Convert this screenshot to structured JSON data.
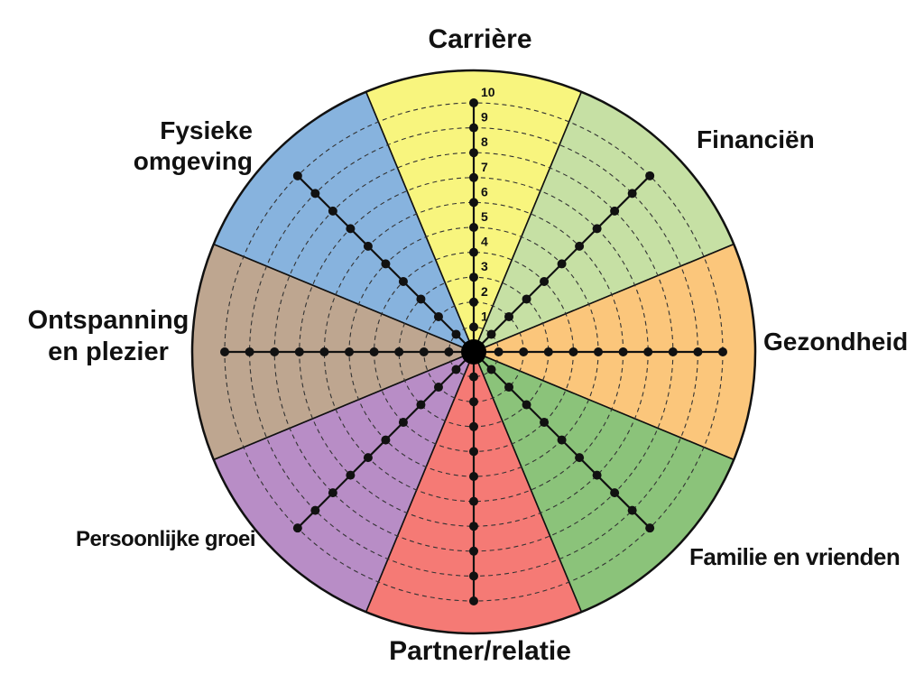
{
  "scale_max": 10,
  "scale_labels": [
    "1",
    "2",
    "3",
    "4",
    "5",
    "6",
    "7",
    "8",
    "9",
    "10"
  ],
  "segments": [
    {
      "id": "carriere",
      "label_lines": [
        "Carrière"
      ],
      "color": "#f8f57e"
    },
    {
      "id": "financien",
      "label_lines": [
        "Financiën"
      ],
      "color": "#c6e0a4"
    },
    {
      "id": "gezondheid",
      "label_lines": [
        "Gezondheid"
      ],
      "color": "#fbc67b"
    },
    {
      "id": "familie",
      "label_lines": [
        "Familie en vrienden"
      ],
      "color": "#8bc37a"
    },
    {
      "id": "partner",
      "label_lines": [
        "Partner/relatie"
      ],
      "color": "#f57a75"
    },
    {
      "id": "groei",
      "label_lines": [
        "Persoonlijke groei"
      ],
      "color": "#b88dc6"
    },
    {
      "id": "ontspanning",
      "label_lines": [
        "Ontspanning",
        "en plezier"
      ],
      "color": "#bea690"
    },
    {
      "id": "fysiek",
      "label_lines": [
        "Fysieke",
        "omgeving"
      ],
      "color": "#87b3de"
    }
  ]
}
